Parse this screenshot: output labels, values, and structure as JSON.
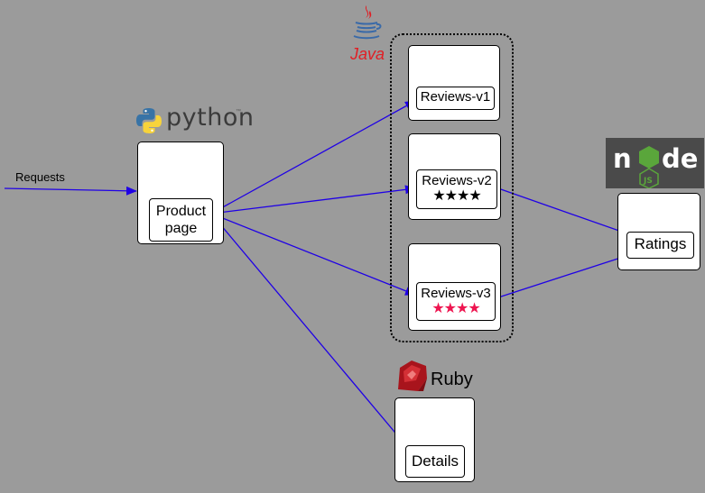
{
  "requests_label": "Requests",
  "logos": {
    "java": "Java",
    "python": "python",
    "ruby": "Ruby",
    "node": "node"
  },
  "services": {
    "productpage": "Product page",
    "reviews_v1": "Reviews-v1",
    "reviews_v2": "Reviews-v2",
    "reviews_v3": "Reviews-v3",
    "ratings": "Ratings",
    "details": "Details"
  },
  "stars": {
    "v2": "★★★★",
    "v3": "★★★★"
  },
  "colors": {
    "background": "#9b9b9b",
    "arrow": "#1f00e6",
    "v2_stars": "#000000",
    "v3_stars": "#ee1550",
    "java": "#e11e24",
    "ruby": "#a8141c",
    "node_bg": "#4a4a4a",
    "node_green": "#5aa63b"
  }
}
